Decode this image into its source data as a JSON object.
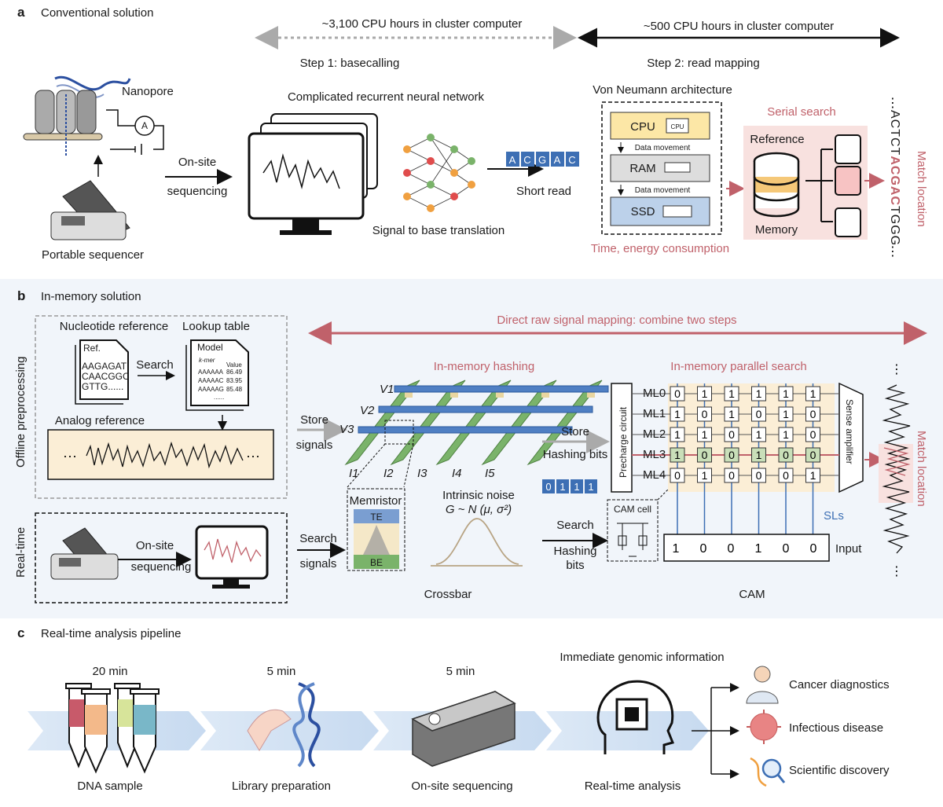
{
  "panel_a": {
    "letter": "a",
    "title": "Conventional solution",
    "cpu_hours_1": "~3,100 CPU hours in cluster computer",
    "cpu_hours_2": "~500 CPU hours in cluster computer",
    "step1": "Step 1: basecalling",
    "step2": "Step 2: read mapping",
    "nanopore": "Nanopore",
    "ammeter": "A",
    "portable_sequencer": "Portable sequencer",
    "onsite_1": "On-site",
    "onsite_2": "sequencing",
    "rnn": "Complicated recurrent neural network",
    "signal_to_base": "Signal to base translation",
    "short_read_bases": [
      "A",
      "C",
      "G",
      "A",
      "C"
    ],
    "short_read": "Short read",
    "von_neumann": "Von Neumann architecture",
    "cpu": "CPU",
    "cpu_chip": "CPU",
    "data_movement_1": "Data movement",
    "ram": "RAM",
    "data_movement_2": "Data movement",
    "ssd": "SSD",
    "time_energy": "Time, energy consumption",
    "serial_search": "Serial search",
    "reference": "Reference",
    "memory": "Memory",
    "seq_left": "ACTCT",
    "seq_mid": "ACGAC",
    "seq_right": "TGGG",
    "match_location": "Match location"
  },
  "panel_b": {
    "letter": "b",
    "title": "In-memory solution",
    "direct_mapping": "Direct raw signal mapping: combine two steps",
    "offline": "Offline preprocessing",
    "realtime": "Real-time",
    "nucleotide_ref": "Nucleotide reference",
    "lookup_table": "Lookup table",
    "ref_doc_title": "Ref.",
    "ref_lines": [
      "AAGAGAT",
      "CAACGGC",
      "GTTG......"
    ],
    "search": "Search",
    "model": "Model",
    "kmer": "k-mer",
    "value": "Value",
    "table_rows": [
      {
        "k": "AAAAAA",
        "v": "86.49"
      },
      {
        "k": "AAAAAC",
        "v": "83.95"
      },
      {
        "k": "AAAAAG",
        "v": "85.48"
      }
    ],
    "table_more": "......",
    "analog_ref": "Analog reference",
    "onsite_1": "On-site",
    "onsite_2": "sequencing",
    "store_signals_1": "Store",
    "store_signals_2": "signals",
    "search_signals_1": "Search",
    "search_signals_2": "signals",
    "in_memory_hashing": "In-memory hashing",
    "voltages": [
      "V1",
      "V2",
      "V3"
    ],
    "currents": [
      "I1",
      "I2",
      "I3",
      "I4",
      "I5"
    ],
    "memristor": "Memristor",
    "te": "TE",
    "be": "BE",
    "noise_title": "Intrinsic noise",
    "noise_formula": "G ~ N (μ, σ²)",
    "crossbar": "Crossbar",
    "store_hashing_1": "Store",
    "store_hashing_2": "Hashing bits",
    "hash_bits": [
      "0",
      "1",
      "1",
      "1"
    ],
    "search_hashing_1": "Search",
    "search_hashing_2": "Hashing",
    "search_hashing_3": "bits",
    "cam_cell": "CAM cell",
    "parallel_search": "In-memory parallel search",
    "precharge": "Precharge circuit",
    "sense_amp": "Sense amplifier",
    "match_lines": [
      "ML0",
      "ML1",
      "ML2",
      "ML3",
      "ML4"
    ],
    "cam_rows": [
      [
        "0",
        "1",
        "1",
        "1",
        "1",
        "1"
      ],
      [
        "1",
        "0",
        "1",
        "0",
        "1",
        "0"
      ],
      [
        "1",
        "1",
        "0",
        "1",
        "1",
        "0"
      ],
      [
        "1",
        "0",
        "0",
        "1",
        "0",
        "0"
      ],
      [
        "0",
        "1",
        "0",
        "0",
        "0",
        "1"
      ]
    ],
    "matched_row": 3,
    "sls": "SLs",
    "input_bits": [
      "1",
      "0",
      "0",
      "1",
      "0",
      "0"
    ],
    "input": "Input",
    "cam": "CAM",
    "match_location": "Match location"
  },
  "panel_c": {
    "letter": "c",
    "title": "Real-time analysis pipeline",
    "immediate": "Immediate genomic information",
    "steps": [
      {
        "time": "20 min",
        "label": "DNA sample"
      },
      {
        "time": "5 min",
        "label": "Library preparation"
      },
      {
        "time": "5 min",
        "label": "On-site sequencing"
      },
      {
        "time": "",
        "label": "Real-time analysis"
      }
    ],
    "outcomes": [
      "Cancer diagnostics",
      "Infectious disease",
      "Scientific discovery"
    ]
  },
  "colors": {
    "pink": "#c0616a",
    "blue": "#3d6fb4",
    "green": "#7ab36a",
    "panel_b_bg": "#f1f5fa",
    "cam_bg": "#fbeed6"
  }
}
